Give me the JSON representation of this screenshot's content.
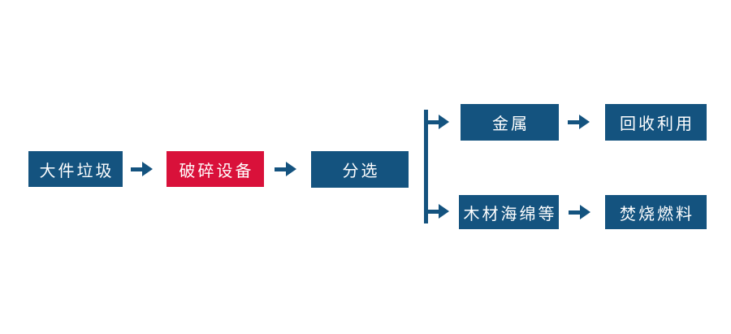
{
  "diagram": {
    "nodes": [
      {
        "id": "bulky-waste",
        "label": "大件垃圾",
        "color": "blue"
      },
      {
        "id": "crushing-equipment",
        "label": "破碎设备",
        "color": "red"
      },
      {
        "id": "sorting",
        "label": "分选",
        "color": "blue"
      },
      {
        "id": "metal",
        "label": "金属",
        "color": "blue"
      },
      {
        "id": "recycling",
        "label": "回收利用",
        "color": "blue"
      },
      {
        "id": "wood-sponge",
        "label": "木材海绵等",
        "color": "blue"
      },
      {
        "id": "incineration-fuel",
        "label": "焚烧燃料",
        "color": "blue"
      }
    ],
    "edges": [
      {
        "from": "大件垃圾",
        "to": "破碎设备",
        "icon": "arrow-right-icon"
      },
      {
        "from": "破碎设备",
        "to": "分选",
        "icon": "arrow-right-icon"
      },
      {
        "from": "分选",
        "to": "金属",
        "icon": "arrow-right-icon"
      },
      {
        "from": "分选",
        "to": "木材海绵等",
        "icon": "arrow-right-icon"
      },
      {
        "from": "金属",
        "to": "回收利用",
        "icon": "arrow-right-icon"
      },
      {
        "from": "木材海绵等",
        "to": "焚烧燃料",
        "icon": "arrow-right-icon"
      }
    ],
    "colors": {
      "node_blue": "#14537F",
      "node_red": "#D9113A",
      "arrow_blue": "#14537F",
      "text": "#FFFFFF",
      "background": "#FFFFFF"
    }
  }
}
